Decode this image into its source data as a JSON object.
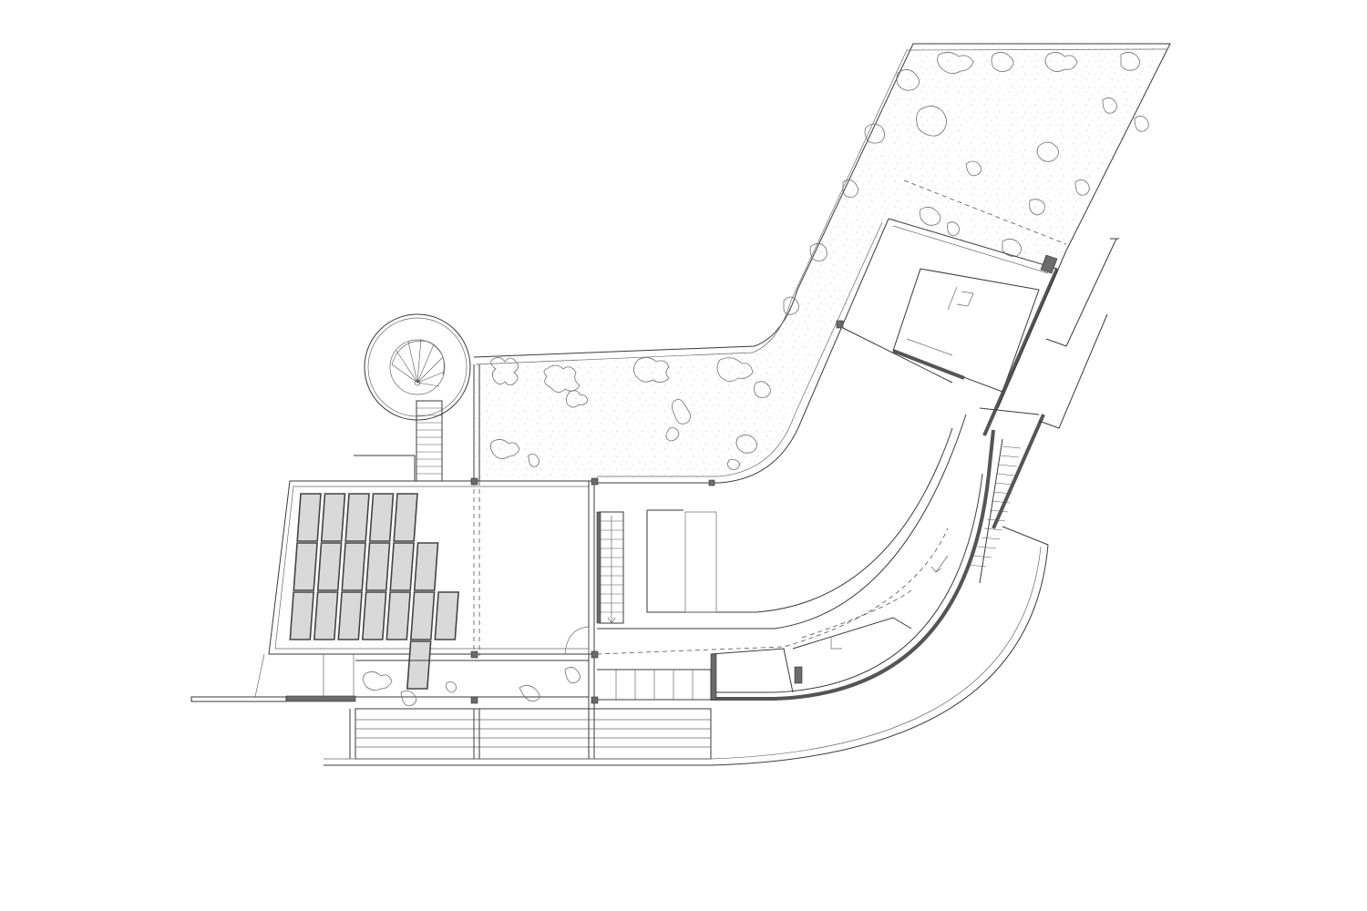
{
  "drawing": {
    "colors": {
      "background": "#ffffff",
      "line": "#3a3a3a",
      "wall_fill": "#6b6b6b",
      "solar_panel_fill": "#d9d9d9",
      "vegetation": "#707070"
    },
    "solar_panels": {
      "columns": [
        3,
        3,
        3,
        3,
        3,
        3,
        1
      ]
    }
  }
}
